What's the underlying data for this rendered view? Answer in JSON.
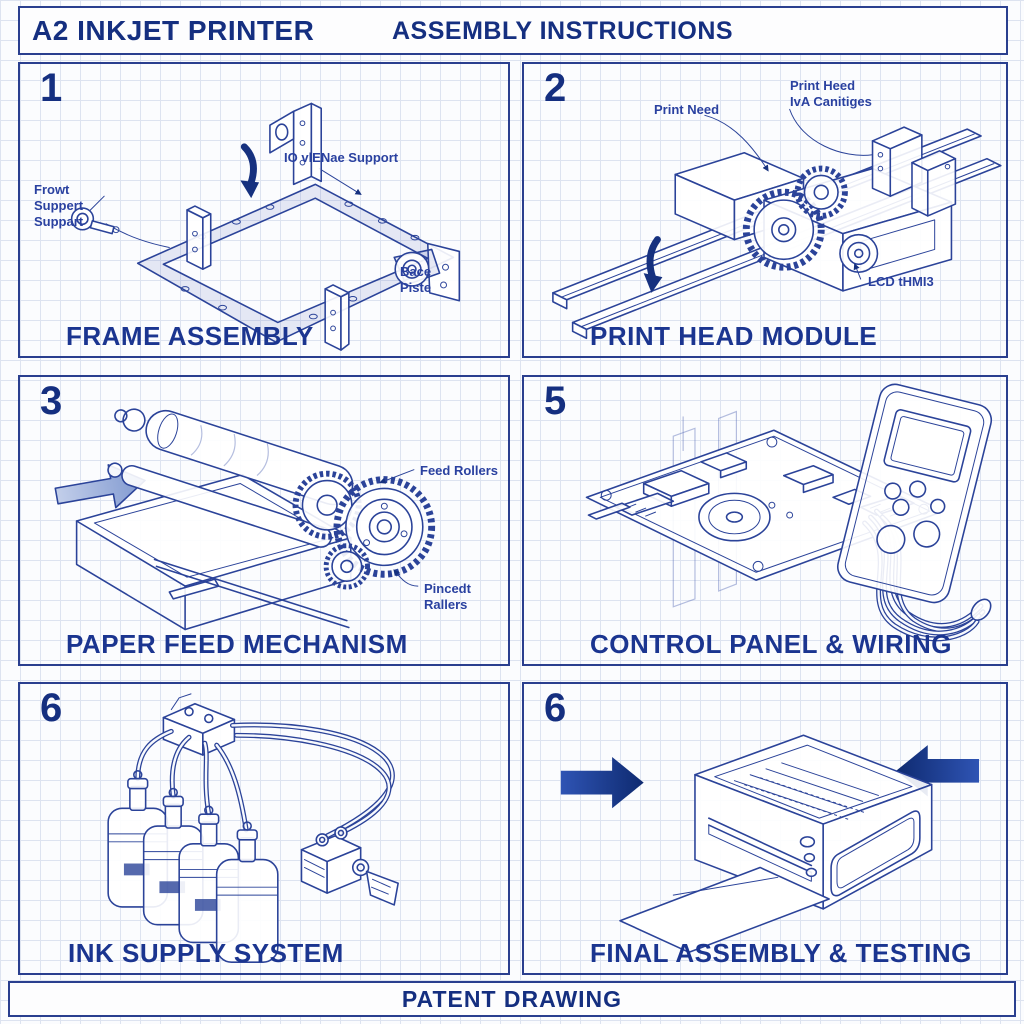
{
  "header": {
    "title": "A2 INKJET PRINTER",
    "subtitle": "ASSEMBLY INSTRUCTIONS"
  },
  "footer": {
    "label": "PATENT DRAWING"
  },
  "colors": {
    "ink_navy": "#1c3490",
    "line_blue": "#2b4399",
    "grid_blue": "#dde3f0",
    "paper": "#fbfcfe",
    "arrow_dark": "#16317f",
    "arrow_steel": "#8fa6d8"
  },
  "panels": [
    {
      "number": "1",
      "caption": "FRAME ASSEMBLY",
      "labels": [
        {
          "name": "front-support",
          "text": "Frowt\nSuppert\nSuppart"
        },
        {
          "name": "reverse-support",
          "text": "IO vlENae Support"
        },
        {
          "name": "base-plate",
          "text": "Bace\nPiste"
        }
      ]
    },
    {
      "number": "2",
      "caption": "PRINT HEAD MODULE",
      "labels": [
        {
          "name": "print-head",
          "text": "Print Need"
        },
        {
          "name": "ink-cartridges",
          "text": "Print Heed\nIvA Canitiges"
        },
        {
          "name": "lcd",
          "text": "LCD tHMI3"
        }
      ]
    },
    {
      "number": "3",
      "caption": "PAPER FEED MECHANISM",
      "labels": [
        {
          "name": "feed-rollers",
          "text": "Feed Rollers"
        },
        {
          "name": "pinch-rollers",
          "text": "Pincedt Rallers"
        }
      ]
    },
    {
      "number": "5",
      "caption": "CONTROL PANEL & WIRING",
      "labels": []
    },
    {
      "number": "6",
      "caption": "INK SUPPLY SYSTEM",
      "labels": []
    },
    {
      "number": "6",
      "caption": "FINAL ASSEMBLY & TESTING",
      "labels": []
    }
  ]
}
